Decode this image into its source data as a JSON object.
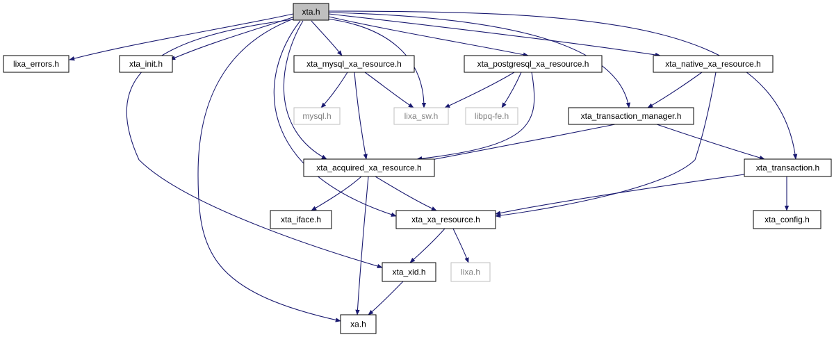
{
  "colors": {
    "edge": "#191970",
    "node_border": "#000000",
    "node_fill": "#ffffff",
    "root_fill": "#bfbfbf",
    "ghost_border": "#bfbfbf",
    "ghost_text": "#808080",
    "text": "#000000"
  },
  "nodes": {
    "xta": {
      "label": "xta.h",
      "style": "root"
    },
    "lixa_errors": {
      "label": "lixa_errors.h",
      "style": "normal"
    },
    "xta_init": {
      "label": "xta_init.h",
      "style": "normal"
    },
    "xta_mysql": {
      "label": "xta_mysql_xa_resource.h",
      "style": "normal"
    },
    "xta_pg": {
      "label": "xta_postgresql_xa_resource.h",
      "style": "normal"
    },
    "xta_native": {
      "label": "xta_native_xa_resource.h",
      "style": "normal"
    },
    "mysql": {
      "label": "mysql.h",
      "style": "ghost"
    },
    "lixa_sw": {
      "label": "lixa_sw.h",
      "style": "ghost"
    },
    "libpq": {
      "label": "libpq-fe.h",
      "style": "ghost"
    },
    "xta_tm": {
      "label": "xta_transaction_manager.h",
      "style": "normal"
    },
    "xta_acq": {
      "label": "xta_acquired_xa_resource.h",
      "style": "normal"
    },
    "xta_trans": {
      "label": "xta_transaction.h",
      "style": "normal"
    },
    "xta_iface": {
      "label": "xta_iface.h",
      "style": "normal"
    },
    "xta_xa_res": {
      "label": "xta_xa_resource.h",
      "style": "normal"
    },
    "xta_config": {
      "label": "xta_config.h",
      "style": "normal"
    },
    "xta_xid": {
      "label": "xta_xid.h",
      "style": "normal"
    },
    "lixa": {
      "label": "lixa.h",
      "style": "ghost"
    },
    "xa": {
      "label": "xa.h",
      "style": "normal"
    }
  },
  "edges": [
    [
      "xta",
      "lixa_errors"
    ],
    [
      "xta",
      "xta_init"
    ],
    [
      "xta",
      "xta_mysql"
    ],
    [
      "xta",
      "xta_pg"
    ],
    [
      "xta",
      "xta_native"
    ],
    [
      "xta",
      "lixa_sw"
    ],
    [
      "xta",
      "xta_tm"
    ],
    [
      "xta",
      "xta_trans"
    ],
    [
      "xta",
      "xta_acq"
    ],
    [
      "xta",
      "xta_xa_res"
    ],
    [
      "xta",
      "xta_xid"
    ],
    [
      "xta",
      "xa"
    ],
    [
      "xta_mysql",
      "mysql"
    ],
    [
      "xta_mysql",
      "lixa_sw"
    ],
    [
      "xta_mysql",
      "xta_acq"
    ],
    [
      "xta_pg",
      "lixa_sw"
    ],
    [
      "xta_pg",
      "libpq"
    ],
    [
      "xta_pg",
      "xta_acq"
    ],
    [
      "xta_native",
      "xta_tm"
    ],
    [
      "xta_native",
      "xta_xa_res"
    ],
    [
      "xta_tm",
      "xta_acq"
    ],
    [
      "xta_tm",
      "xta_trans"
    ],
    [
      "xta_acq",
      "xta_iface"
    ],
    [
      "xta_acq",
      "xta_xa_res"
    ],
    [
      "xta_acq",
      "xa"
    ],
    [
      "xta_trans",
      "xta_xa_res"
    ],
    [
      "xta_trans",
      "xta_config"
    ],
    [
      "xta_xa_res",
      "xta_xid"
    ],
    [
      "xta_xa_res",
      "lixa"
    ],
    [
      "xta_xid",
      "xa"
    ]
  ]
}
